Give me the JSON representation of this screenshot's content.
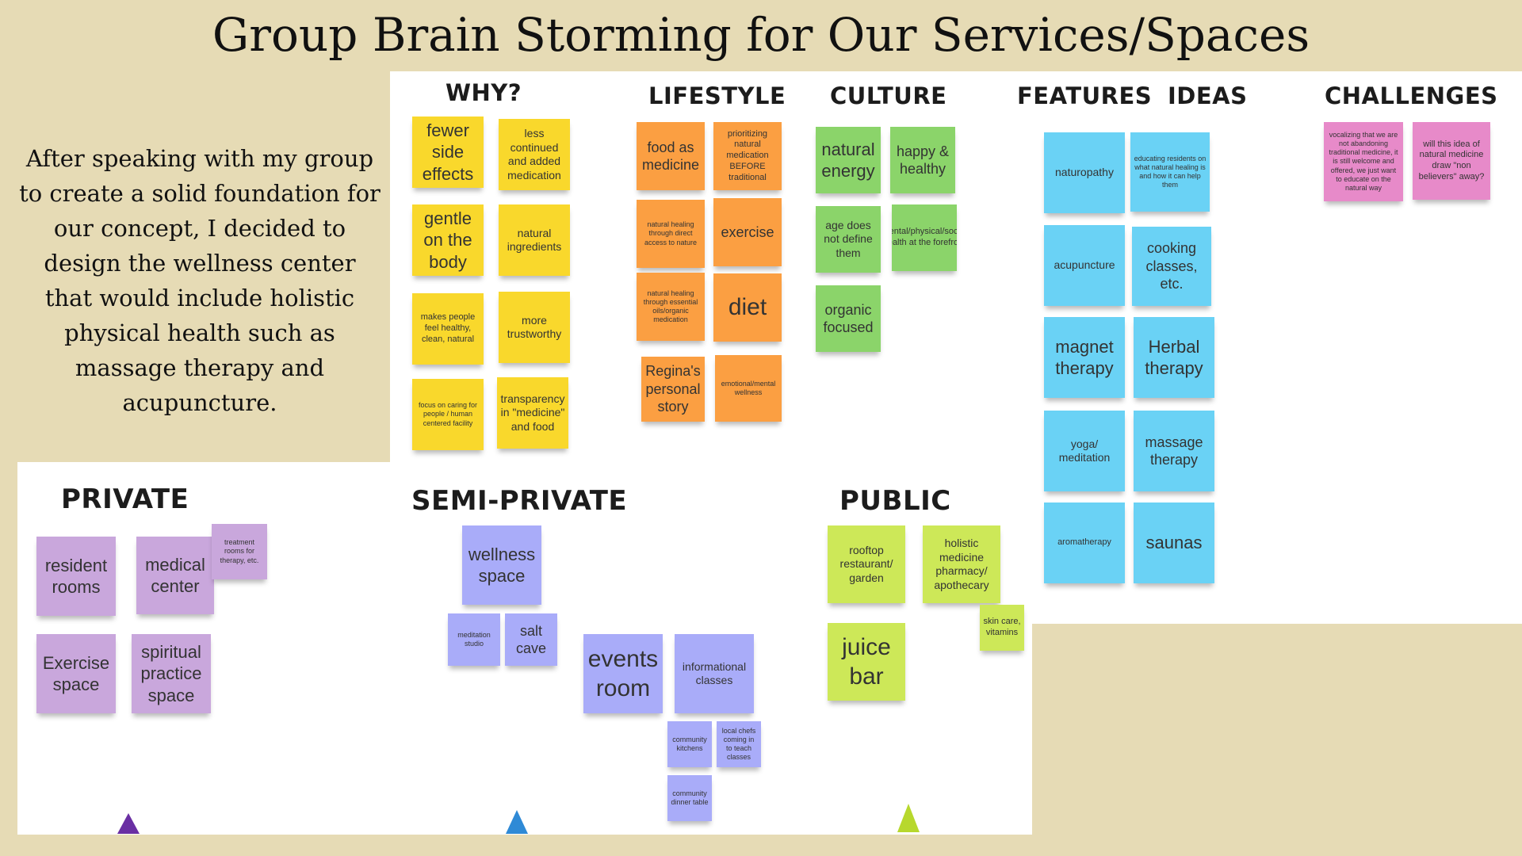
{
  "title": "Group Brain Storming for Our Services/Spaces",
  "intro": "After speaking with my group to create a solid foundation for our concept, I decided to design the wellness center that would include holistic physical health such as massage therapy and acupuncture.",
  "headers": {
    "why": "WHY?",
    "lifestyle": "LIFESTYLE",
    "culture": "CULTURE",
    "features": "FEATURES",
    "ideas": "IDEAS",
    "challenges": "CHALLENGES",
    "private": "PRIVATE",
    "semi_private": "SEMI-PRIVATE",
    "public": "PUBLIC"
  },
  "why": [
    "fewer side effects",
    "less continued and added medication",
    "gentle on the body",
    "natural ingredients",
    "makes people feel healthy, clean, natural",
    "more trustworthy",
    "focus on caring for people / human centered facility",
    "transparency in \"medicine\" and food"
  ],
  "lifestyle": [
    "food as medicine",
    "prioritizing natural medication BEFORE traditional",
    "natural healing through direct access to nature",
    "exercise",
    "natural healing through essential oils/organic medication",
    "diet",
    "Regina's personal story",
    "emotional/mental wellness"
  ],
  "culture": [
    "natural energy",
    "happy & healthy",
    "age does not define them",
    "mental/physical/social health at the forefront",
    "organic focused"
  ],
  "features": [
    "naturopathy",
    "educating residents on what natural healing is and how it can help them",
    "acupuncture",
    "cooking classes, etc.",
    "magnet therapy",
    "Herbal therapy",
    "yoga/ meditation",
    "massage therapy",
    "aromatherapy",
    "saunas"
  ],
  "challenges": [
    "vocalizing that we are not abandoning traditional medicine, it is still welcome and offered, we just want to educate on the natural way",
    "will this idea of natural medicine draw \"non believers\" away?"
  ],
  "private": [
    "resident rooms",
    "medical center",
    "treatment rooms for therapy, etc.",
    "Exercise space",
    "spiritual practice space"
  ],
  "semi_private": [
    "wellness space",
    "meditation studio",
    "salt cave",
    "events room",
    "informational classes",
    "community kitchens",
    "local chefs coming in to teach classes",
    "community dinner table"
  ],
  "public": [
    "rooftop restaurant/ garden",
    "holistic medicine pharmacy/ apothecary",
    "skin care, vitamins",
    "juice bar"
  ],
  "colors": {
    "background": "#e6dbb5",
    "why": "#f9d82c",
    "lifestyle": "#fb9f42",
    "culture": "#8bd46a",
    "features": "#6ad2f5",
    "challenges": "#e78ac9",
    "private": "#c9a7dc",
    "semi_private": "#a9acf9",
    "public": "#cde858"
  }
}
